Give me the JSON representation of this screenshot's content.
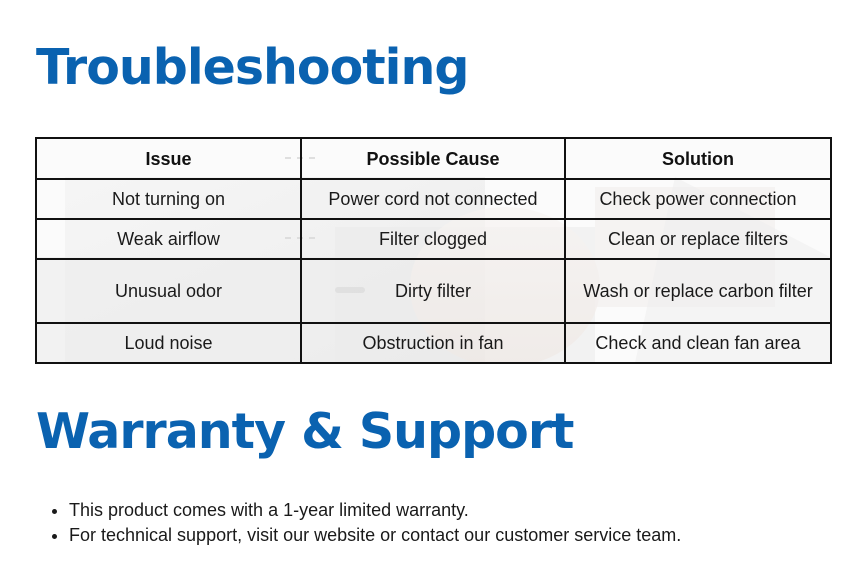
{
  "troubleshooting": {
    "title": "Troubleshooting",
    "columns": [
      "Issue",
      "Possible Cause",
      "Solution"
    ],
    "rows": [
      [
        "Not turning on",
        "Power cord not connected",
        "Check power connection"
      ],
      [
        "Weak airflow",
        "Filter clogged",
        "Clean or replace filters"
      ],
      [
        "Unusual odor",
        "Dirty filter",
        "Wash or replace carbon filter"
      ],
      [
        "Loud noise",
        "Obstruction in fan",
        "Check and clean fan area"
      ]
    ]
  },
  "warranty": {
    "title": "Warranty & Support",
    "bullets": [
      "This product comes with a 1-year limited warranty.",
      "For technical support, visit our website or contact our customer service team."
    ]
  },
  "colors": {
    "heading": "#0a62b0",
    "border": "#111111",
    "text": "#1a1a1a"
  },
  "background_image": "air-purifier-photo-faded"
}
